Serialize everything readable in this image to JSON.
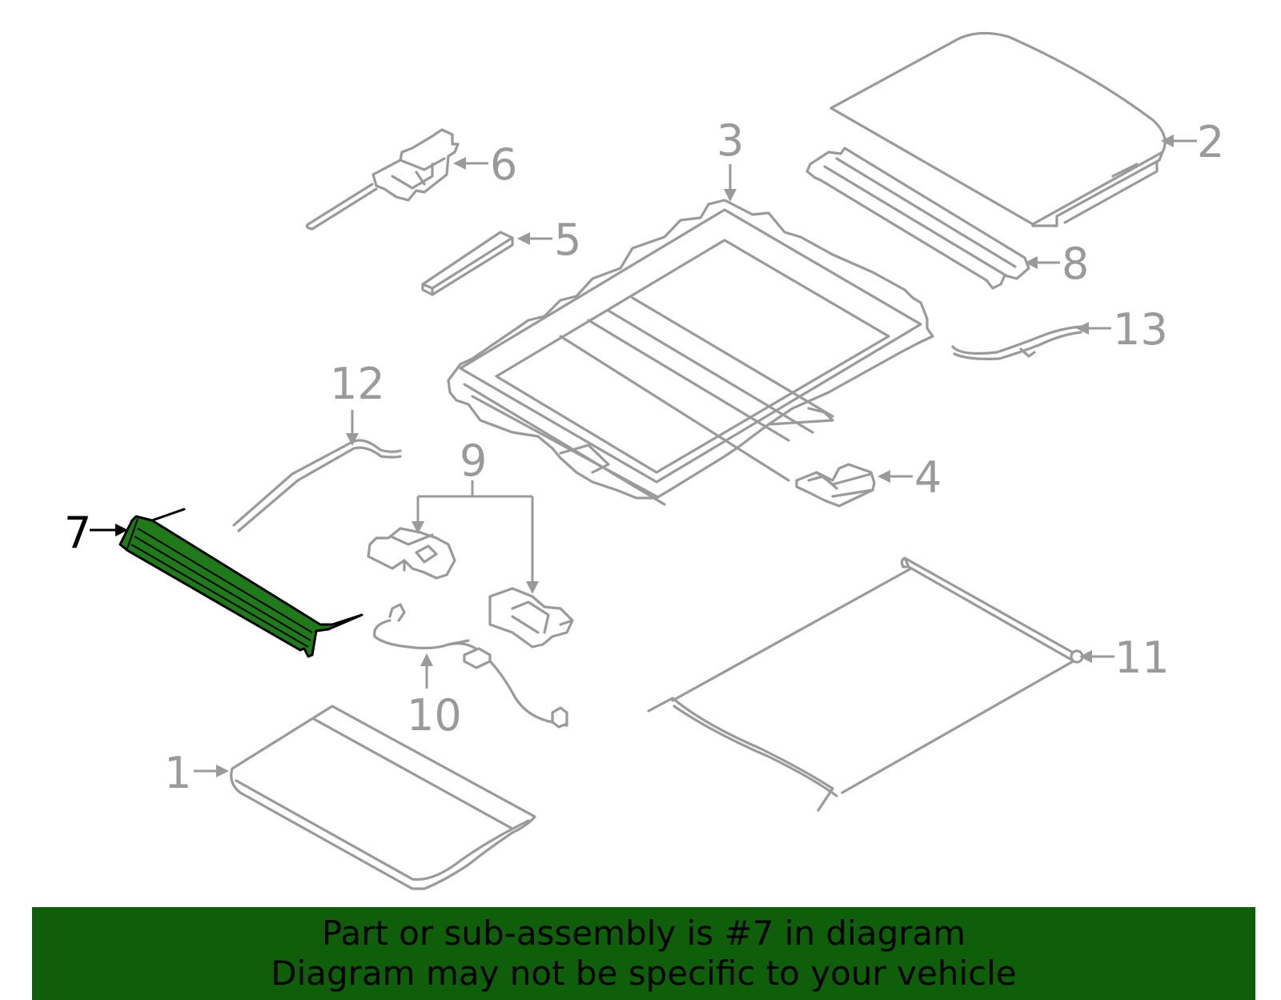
{
  "diagram": {
    "callouts": [
      {
        "id": "1",
        "label": "1"
      },
      {
        "id": "2",
        "label": "2"
      },
      {
        "id": "3",
        "label": "3"
      },
      {
        "id": "4",
        "label": "4"
      },
      {
        "id": "5",
        "label": "5"
      },
      {
        "id": "6",
        "label": "6"
      },
      {
        "id": "7",
        "label": "7",
        "highlighted": true
      },
      {
        "id": "8",
        "label": "8"
      },
      {
        "id": "9",
        "label": "9"
      },
      {
        "id": "10",
        "label": "10"
      },
      {
        "id": "11",
        "label": "11"
      },
      {
        "id": "12",
        "label": "12"
      },
      {
        "id": "13",
        "label": "13"
      }
    ],
    "colors": {
      "line": "#9a9a9a",
      "highlight_fill": "#1f7a1a",
      "highlight_line": "#000000",
      "banner": "#0f5e0a"
    }
  },
  "banner": {
    "line1": "Part or sub-assembly is #7 in diagram",
    "line2": "Diagram may not be specific to your vehicle"
  }
}
